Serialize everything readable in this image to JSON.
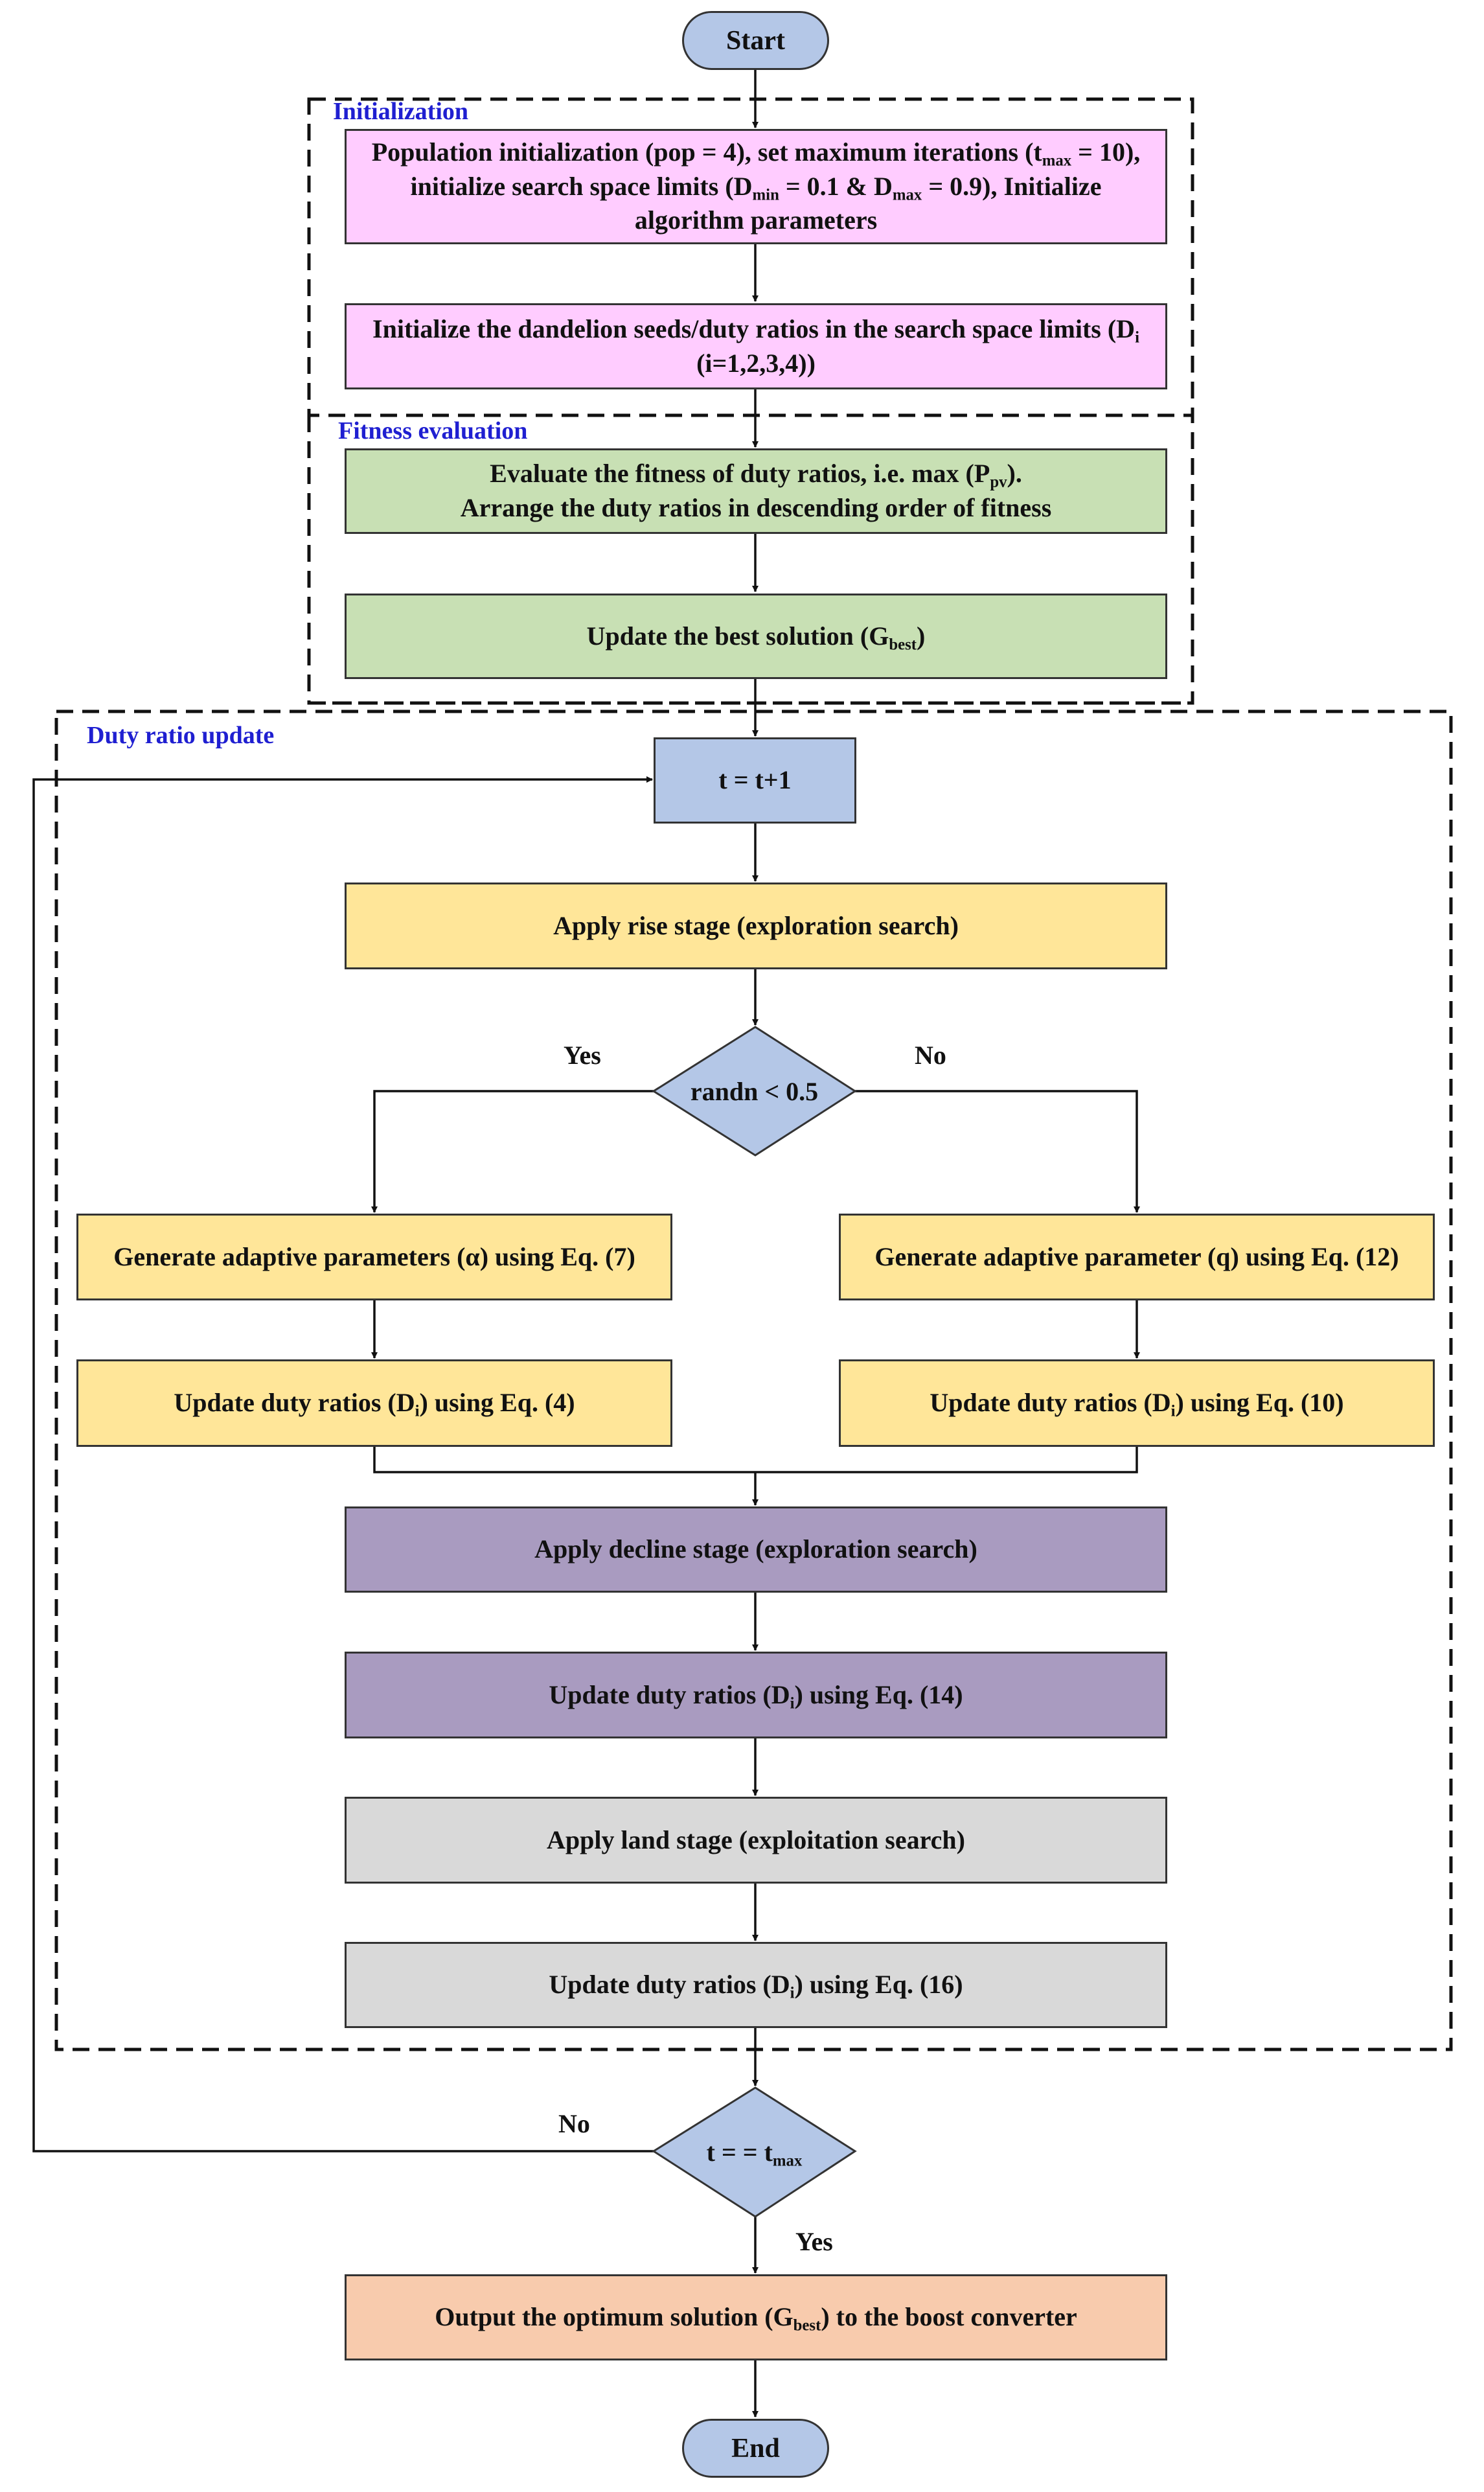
{
  "start": "Start",
  "end": "End",
  "sections": {
    "init": "Initialization",
    "fitness": "Fitness evaluation",
    "duty": "Duty ratio update"
  },
  "boxes": {
    "pop_init": {
      "a": "Population initialization (pop = 4), set maximum iterations (t",
      "a_sub": "max",
      "b": " = 10), initialize search space limits (D",
      "b_sub": "min",
      "c": " = 0.1 & D",
      "c_sub": "max",
      "d": " = 0.9), Initialize algorithm parameters"
    },
    "seeds": {
      "a": "Initialize the dandelion seeds/duty ratios in the search space limits (D",
      "a_sub": "i",
      "b": " (i=1,2,3,4))"
    },
    "evaluate": {
      "a": "Evaluate the fitness of duty ratios, i.e. max (P",
      "a_sub": "pv",
      "b": ").",
      "line2": "Arrange the duty ratios in descending order of fitness"
    },
    "update_best": {
      "a": "Update  the best solution (G",
      "a_sub": "best",
      "b": ")"
    },
    "t_inc": "t = t+1",
    "rise": "Apply rise stage (exploration search)",
    "decision1": "randn < 0.5",
    "gen_alpha": "Generate adaptive parameters (α) using Eq. (7)",
    "gen_q": "Generate adaptive parameter (q) using Eq. (12)",
    "update_eq4": {
      "a": "Update duty ratios (D",
      "a_sub": "i",
      "b": ") using Eq. (4)"
    },
    "update_eq10": {
      "a": "Update duty ratios (D",
      "a_sub": "i",
      "b": ") using Eq. (10)"
    },
    "decline": "Apply decline stage (exploration search)",
    "update_eq14": {
      "a": "Update duty ratios (D",
      "a_sub": "i",
      "b": ") using Eq. (14)"
    },
    "land": "Apply land stage (exploitation search)",
    "update_eq16": {
      "a": "Update duty ratios (D",
      "a_sub": "i",
      "b": ") using Eq. (16)"
    },
    "decision2": {
      "a": "t = = t",
      "a_sub": "max"
    },
    "output": {
      "a": "Output the optimum solution (G",
      "a_sub": "best",
      "b": ") to the boost converter"
    }
  },
  "edge_labels": {
    "yes1": "Yes",
    "no1": "No",
    "no2": "No",
    "yes2": "Yes"
  },
  "colors": {
    "init_box": "#ffccff",
    "fitness_box": "#c8e0b4",
    "counter_box": "#b4c7e7",
    "rise_box": "#ffe699",
    "decline_box": "#a99bc0",
    "land_box": "#d9d9d9",
    "output_box": "#f8cbad",
    "section_label": "#1f1fd1"
  }
}
